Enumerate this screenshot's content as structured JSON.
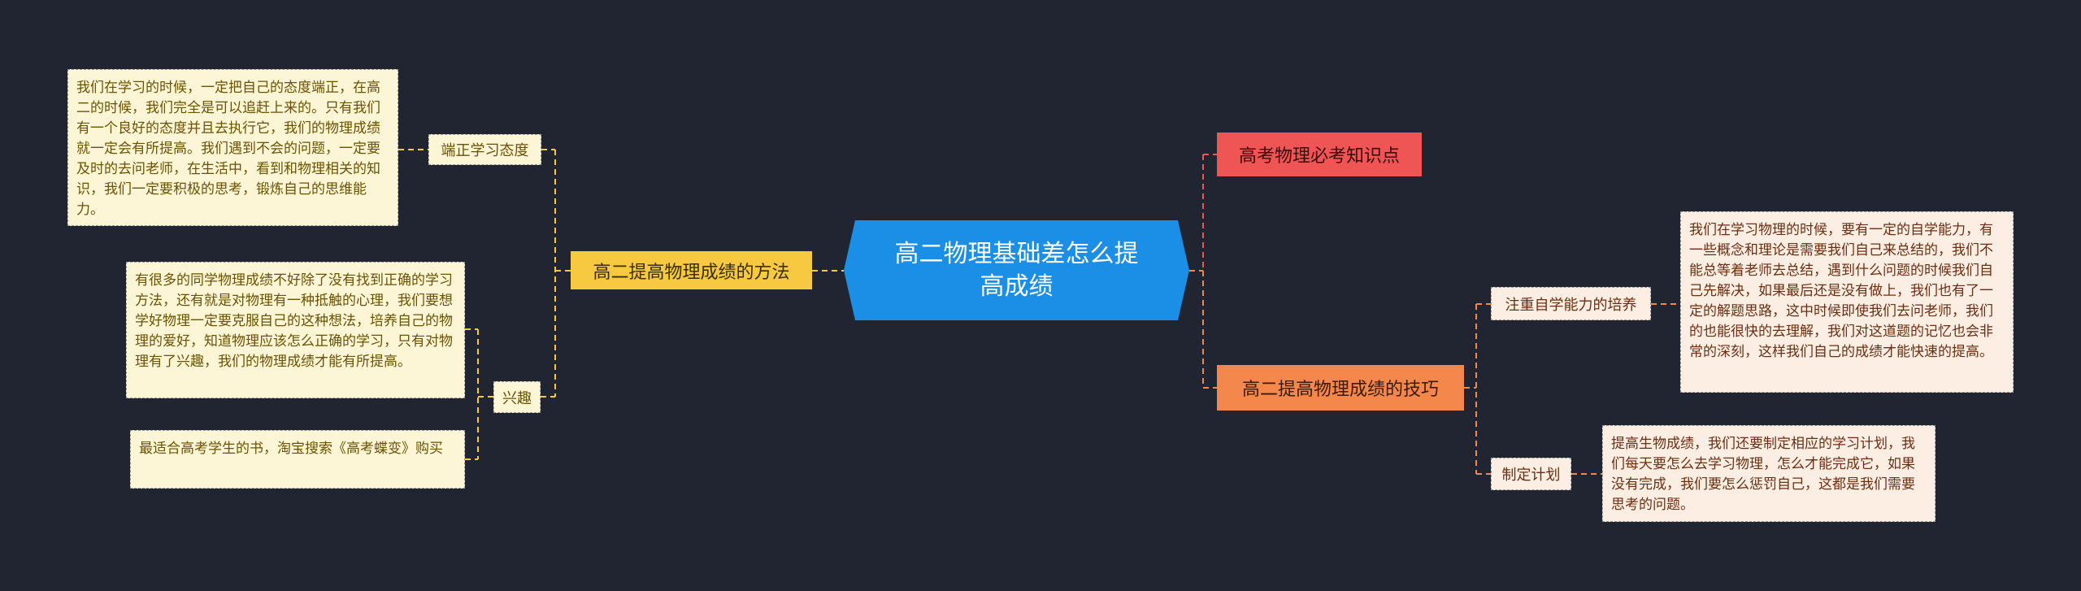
{
  "central": "高二物理基础差怎么提高成绩",
  "left": {
    "branch": "高二提高物理成绩的方法",
    "children": [
      {
        "label": "端正学习态度",
        "details": [
          "我们在学习的时候，一定把自己的态度端正，在高二的时候，我们完全是可以追赶上来的。只有我们有一个良好的态度并且去执行它，我们的物理成绩就一定会有所提高。我们遇到不会的问题，一定要及时的去问老师，在生活中，看到和物理相关的知识，我们一定要积极的思考，锻炼自己的思维能力。"
        ]
      },
      {
        "label": "兴趣",
        "details": [
          "有很多的同学物理成绩不好除了没有找到正确的学习方法，还有就是对物理有一种抵触的心理，我们要想学好物理一定要克服自己的这种想法，培养自己的物理的爱好，知道物理应该怎么正确的学习，只有对物理有了兴趣，我们的物理成绩才能有所提高。",
          "最适合高考学生的书，淘宝搜索《高考蝶变》购买"
        ]
      }
    ]
  },
  "right": {
    "branch1": "高考物理必考知识点",
    "branch2": "高二提高物理成绩的技巧",
    "children": [
      {
        "label": "注重自学能力的培养",
        "detail": "我们在学习物理的时候，要有一定的自学能力，有一些概念和理论是需要我们自己来总结的，我们不能总等着老师去总结，遇到什么问题的时候我们自己先解决，如果最后还是没有做上，我们也有了一定的解题思路，这中时候即使我们去问老师，我们的也能很快的去理解，我们对这道题的记忆也会非常的深刻，这样我们自己的成绩才能快速的提高。"
      },
      {
        "label": "制定计划",
        "detail": "提高生物成绩，我们还要制定相应的学习计划，我们每天要怎么去学习物理，怎么才能完成它，如果没有完成，我们要怎么惩罚自己，这都是我们需要思考的问题。"
      }
    ]
  },
  "colors": {
    "background": "#212531",
    "central": "#1b8ee6",
    "left": "#f7c940",
    "red": "#ef5555",
    "orange": "#f4874b"
  }
}
